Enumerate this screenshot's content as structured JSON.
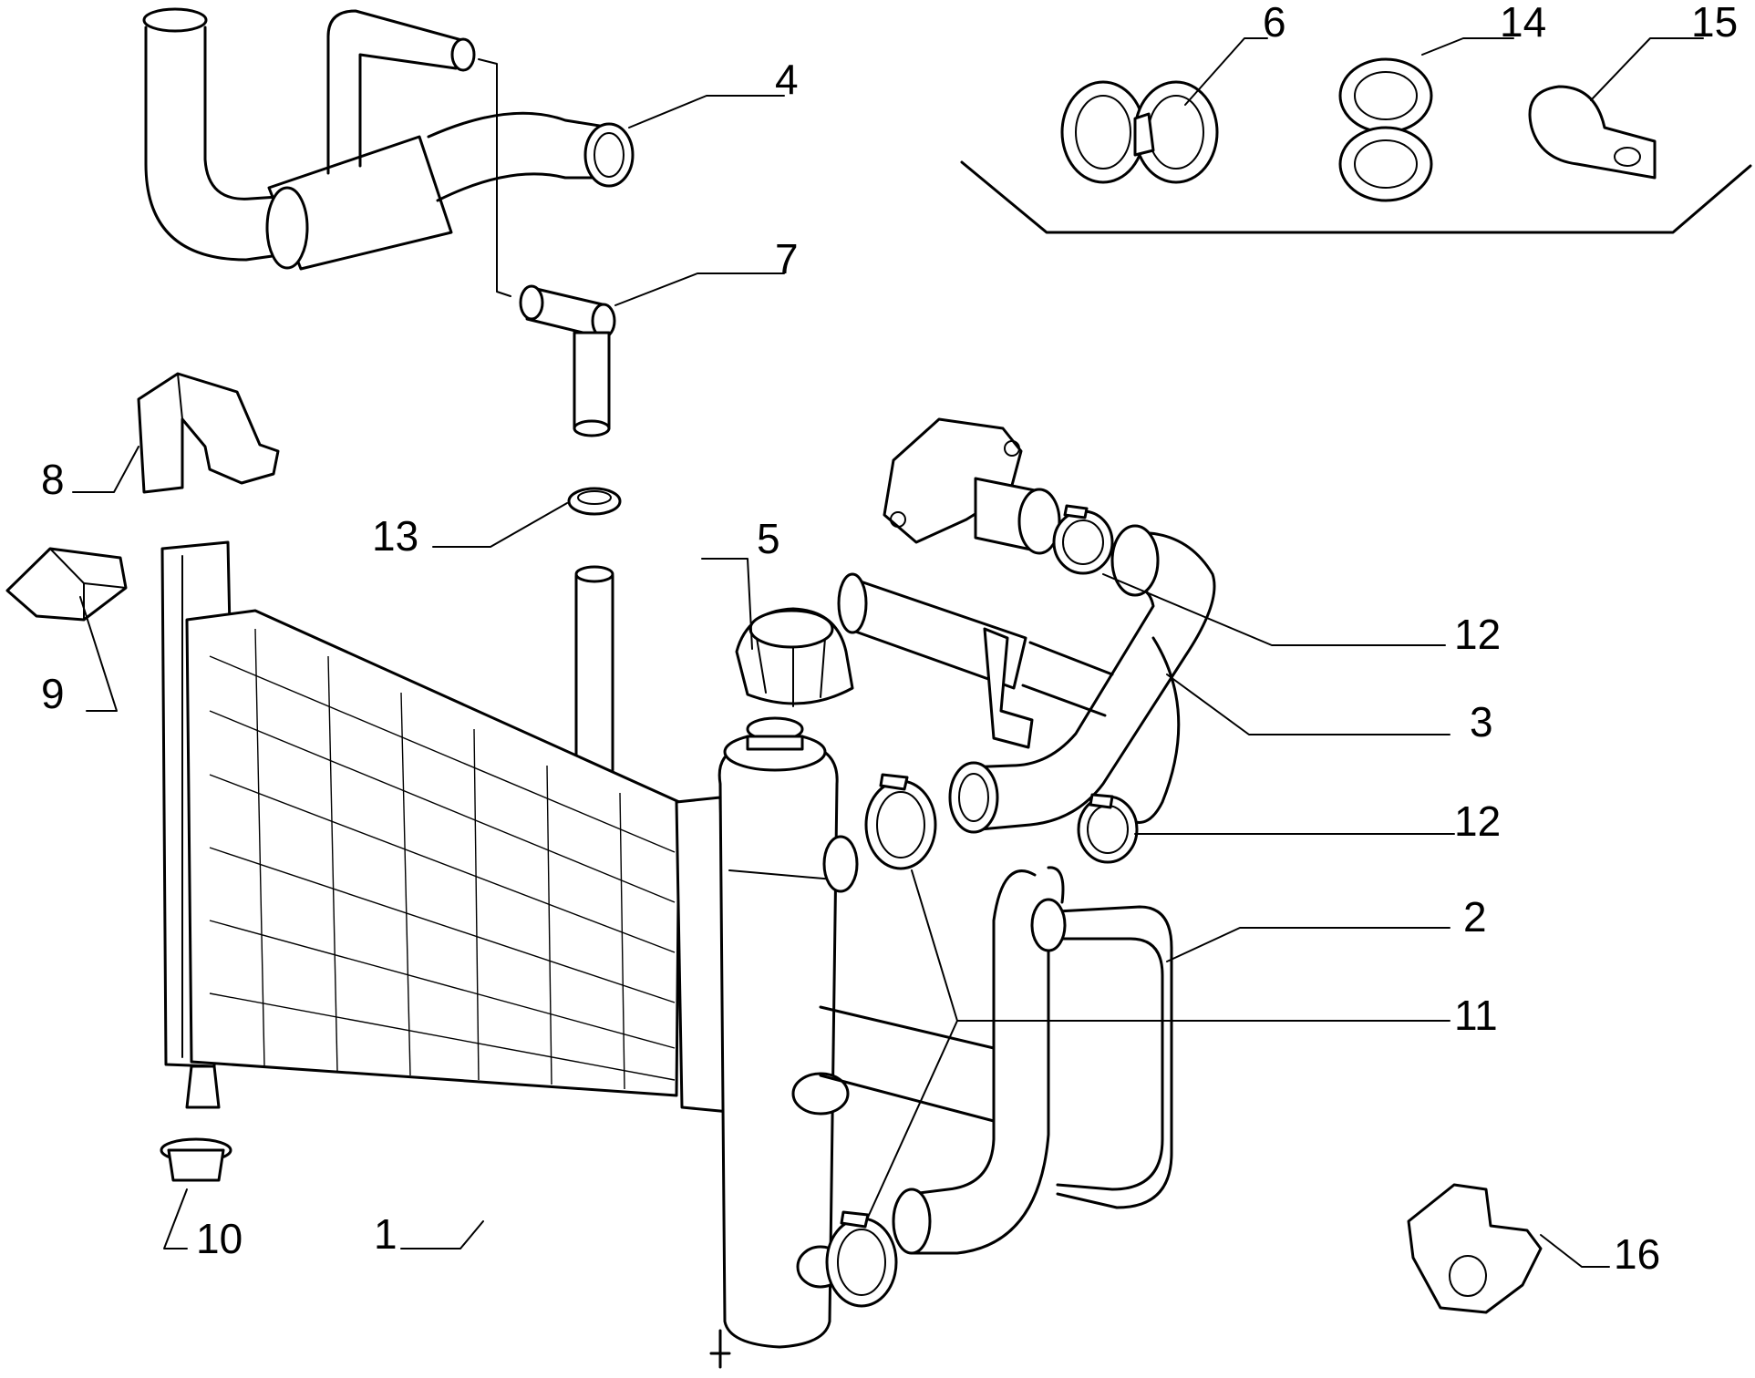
{
  "callouts": [
    {
      "id": "c1",
      "label": "1"
    },
    {
      "id": "c2",
      "label": "2"
    },
    {
      "id": "c3",
      "label": "3"
    },
    {
      "id": "c4",
      "label": "4"
    },
    {
      "id": "c5",
      "label": "5"
    },
    {
      "id": "c6",
      "label": "6"
    },
    {
      "id": "c7",
      "label": "7"
    },
    {
      "id": "c8",
      "label": "8"
    },
    {
      "id": "c9",
      "label": "9"
    },
    {
      "id": "c10",
      "label": "10"
    },
    {
      "id": "c11",
      "label": "11"
    },
    {
      "id": "c12a",
      "label": "12"
    },
    {
      "id": "c12b",
      "label": "12"
    },
    {
      "id": "c13",
      "label": "13"
    },
    {
      "id": "c14",
      "label": "14"
    },
    {
      "id": "c15",
      "label": "15"
    },
    {
      "id": "c16",
      "label": "16"
    }
  ]
}
